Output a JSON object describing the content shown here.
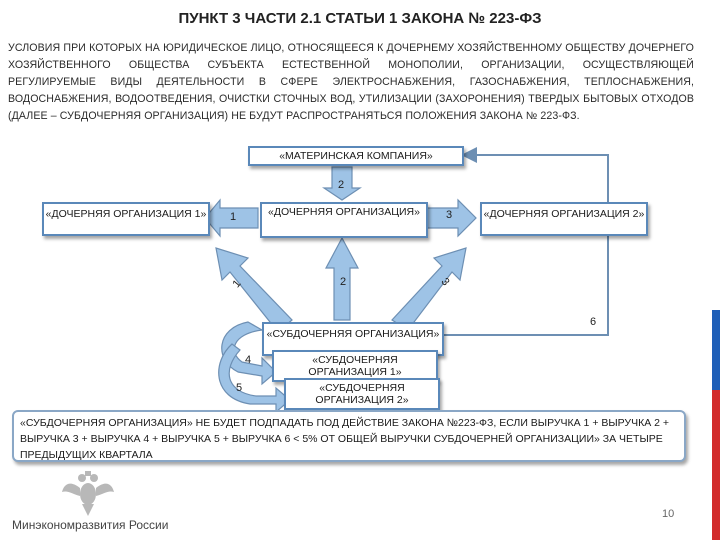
{
  "title": "ПУНКТ 3 ЧАСТИ 2.1 СТАТЬИ 1 ЗАКОНА № 223-ФЗ",
  "intro": "УСЛОВИЯ ПРИ КОТОРЫХ НА ЮРИДИЧЕСКОЕ ЛИЦО, ОТНОСЯЩЕЕСЯ К ДОЧЕРНЕМУ ХОЗЯЙСТВЕННОМУ ОБЩЕСТВУ ДОЧЕРНЕГО ХОЗЯЙСТВЕННОГО ОБЩЕСТВА СУБЪЕКТА ЕСТЕСТВЕННОЙ МОНОПОЛИИ, ОРГАНИЗАЦИИ, ОСУЩЕСТВЛЯЮЩЕЙ РЕГУЛИРУЕМЫЕ ВИДЫ ДЕЯТЕЛЬНОСТИ В СФЕРЕ ЭЛЕКТРОСНАБЖЕНИЯ, ГАЗОСНАБЖЕНИЯ, ТЕПЛОСНАБЖЕНИЯ, ВОДОСНАБЖЕНИЯ, ВОДООТВЕДЕНИЯ, ОЧИСТКИ СТОЧНЫХ ВОД, УТИЛИЗАЦИИ (ЗАХОРОНЕНИЯ) ТВЕРДЫХ БЫТОВЫХ ОТХОДОВ (ДАЛЕЕ – СУБДОЧЕРНЯЯ ОРГАНИЗАЦИЯ) НЕ БУДУТ РАСПРОСТРАНЯТЬСЯ ПОЛОЖЕНИЯ ЗАКОНА № 223-ФЗ.",
  "boxes": {
    "parent": "«МАТЕРИНСКАЯ КОМПАНИЯ»",
    "subsidiary": "«ДОЧЕРНЯЯ ОРГАНИЗАЦИЯ»",
    "subsidiary_1": "«ДОЧЕРНЯЯ ОРГАНИЗАЦИЯ 1»",
    "subsidiary_2": "«ДОЧЕРНЯЯ ОРГАНИЗАЦИЯ 2»",
    "subsub": "«СУБДОЧЕРНЯЯ ОРГАНИЗАЦИЯ»",
    "subsub_1": "«СУБДОЧЕРНЯЯ ОРГАНИЗАЦИЯ 1»",
    "subsub_2": "«СУБДОЧЕРНЯЯ ОРГАНИЗАЦИЯ 2»"
  },
  "numbers": {
    "top": "2",
    "left": "1",
    "right": "3",
    "arrow_left": "1",
    "arrow_mid": "2",
    "arrow_right": "3",
    "loop": "6",
    "curve_4": "4",
    "curve_5": "5"
  },
  "footnote": "«СУБДОЧЕРНЯЯ ОРГАНИЗАЦИЯ» НЕ БУДЕТ ПОДПАДАТЬ ПОД ДЕЙСТВИЕ ЗАКОНА №223-ФЗ, ЕСЛИ ВЫРУЧКА 1 + ВЫРУЧКА 2 + ВЫРУЧКА 3 + ВЫРУЧКА 4 + ВЫРУЧКА 5 + ВЫРУЧКА 6 < 5% ОТ ОБЩЕЙ ВЫРУЧКИ СУБДОЧЕРНЕЙ ОРГАНИЗАЦИИ» ЗА ЧЕТЫРЕ ПРЕДЫДУЩИХ КВАРТАЛА",
  "ministry": "Минэкономразвития России",
  "page_number": "10",
  "colors": {
    "box_border": "#5a88b9",
    "arrow_fill": "#9ec3e6",
    "arrow_stroke": "#6d8fb3",
    "stripe_white": "#ffffff",
    "stripe_blue": "#1f5fb8",
    "stripe_red": "#d22b2b"
  },
  "icons": {
    "logo": "russian-eagle-emblem"
  }
}
